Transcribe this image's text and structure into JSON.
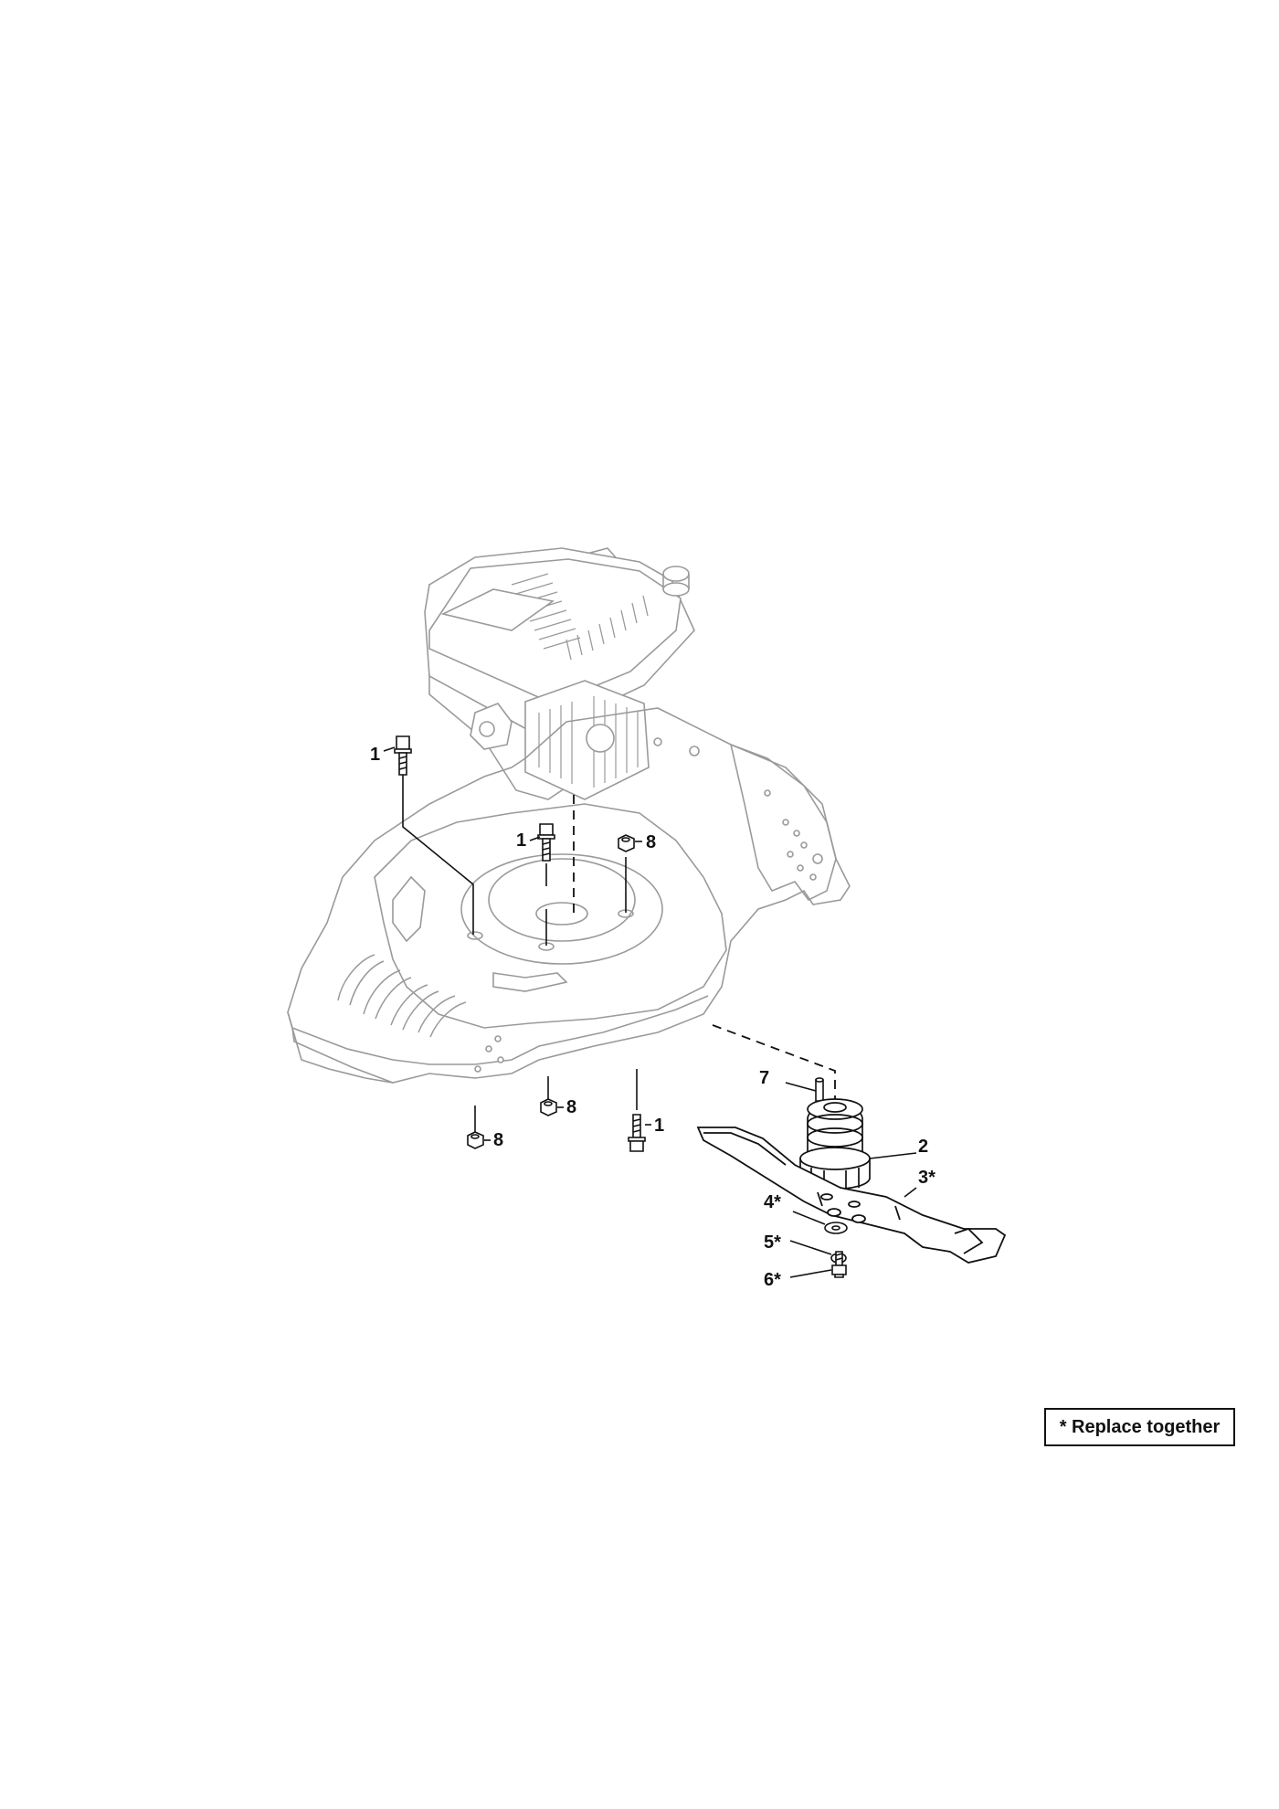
{
  "callouts": {
    "c1a": "1",
    "c1b": "1",
    "c1c": "1",
    "c2": "2",
    "c3": "3*",
    "c4": "4*",
    "c5": "5*",
    "c6": "6*",
    "c7": "7",
    "c8a": "8",
    "c8b": "8",
    "c8c": "8"
  },
  "note": "* Replace together",
  "colors": {
    "line": "#111111",
    "faint": "#9a9a9a",
    "paper": "#ffffff"
  }
}
